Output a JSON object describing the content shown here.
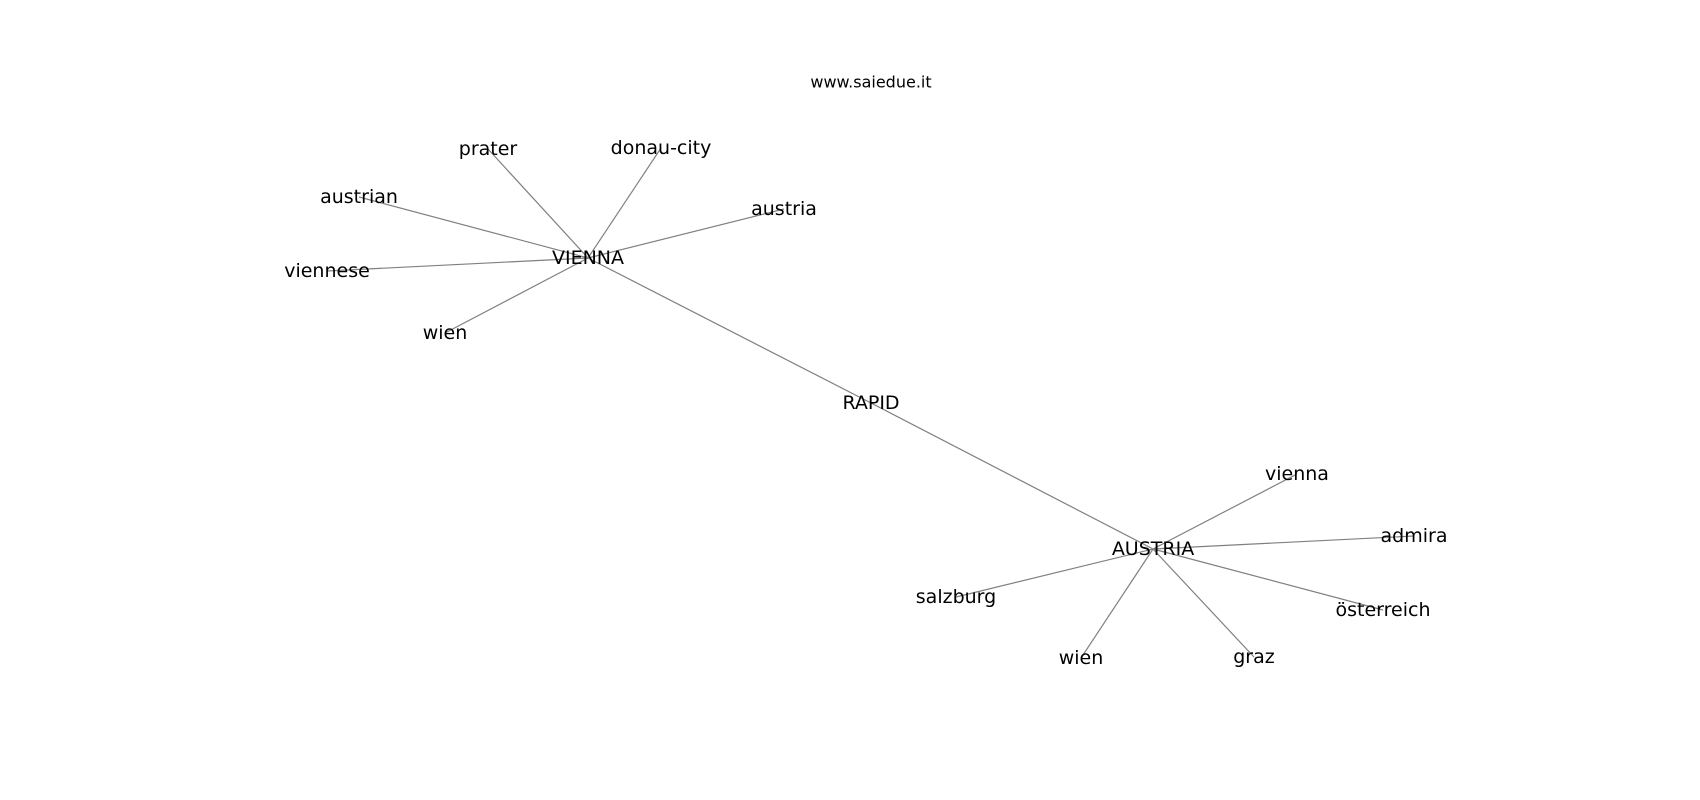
{
  "watermark": "www.saiedue.it",
  "nodes": [
    {
      "id": "VIENNA",
      "label": "VIENNA"
    },
    {
      "id": "RAPID",
      "label": "RAPID"
    },
    {
      "id": "AUSTRIA",
      "label": "AUSTRIA"
    },
    {
      "id": "prater",
      "label": "prater"
    },
    {
      "id": "donau-city",
      "label": "donau-city"
    },
    {
      "id": "austrian",
      "label": "austrian"
    },
    {
      "id": "austria",
      "label": "austria"
    },
    {
      "id": "viennese",
      "label": "viennese"
    },
    {
      "id": "wien-1",
      "label": "wien"
    },
    {
      "id": "vienna",
      "label": "vienna"
    },
    {
      "id": "admira",
      "label": "admira"
    },
    {
      "id": "salzburg",
      "label": "salzburg"
    },
    {
      "id": "osterreich",
      "label": "österreich"
    },
    {
      "id": "wien-2",
      "label": "wien"
    },
    {
      "id": "graz",
      "label": "graz"
    }
  ],
  "edges": [
    [
      "VIENNA",
      "RAPID"
    ],
    [
      "RAPID",
      "AUSTRIA"
    ],
    [
      "VIENNA",
      "prater"
    ],
    [
      "VIENNA",
      "donau-city"
    ],
    [
      "VIENNA",
      "austrian"
    ],
    [
      "VIENNA",
      "austria"
    ],
    [
      "VIENNA",
      "viennese"
    ],
    [
      "VIENNA",
      "wien-1"
    ],
    [
      "AUSTRIA",
      "vienna"
    ],
    [
      "AUSTRIA",
      "admira"
    ],
    [
      "AUSTRIA",
      "salzburg"
    ],
    [
      "AUSTRIA",
      "osterreich"
    ],
    [
      "AUSTRIA",
      "wien-2"
    ],
    [
      "AUSTRIA",
      "graz"
    ]
  ]
}
